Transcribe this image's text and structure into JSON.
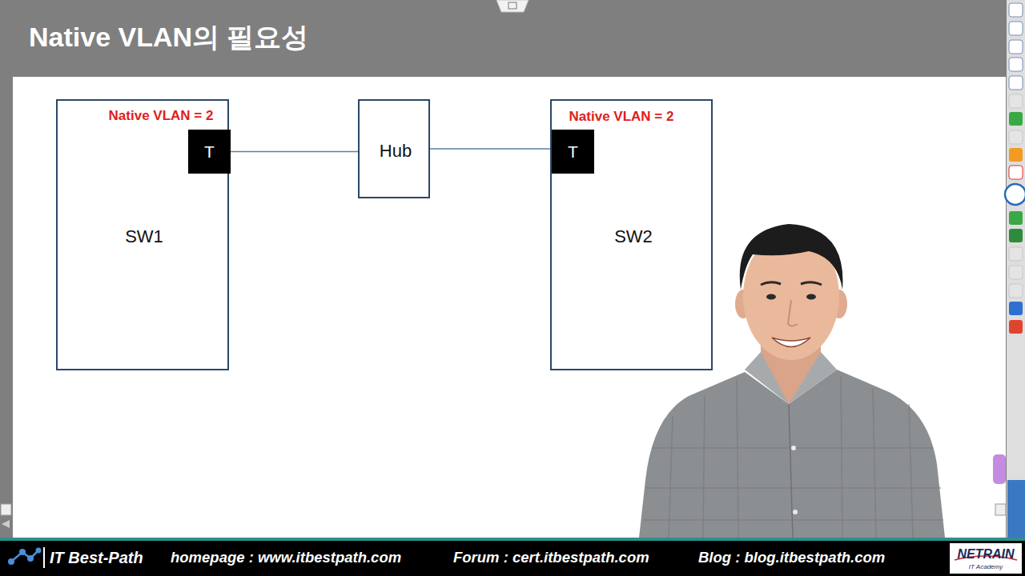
{
  "diagram": {
    "title": "Native VLAN의 필요성",
    "nodes": [
      {
        "text": [
          "Native VLAN = 2",
          "SW1"
        ]
      },
      {
        "text": [
          "T"
        ],
        "in": 0
      },
      {
        "text": [
          "Hub"
        ]
      },
      {
        "text": [
          "Native VLAN = 2",
          "SW2"
        ]
      },
      {
        "text": [
          "T"
        ],
        "in": 3
      }
    ],
    "edges": [
      {
        "from": 1,
        "to": 2,
        "arrow": "none"
      },
      {
        "from": 2,
        "to": 4,
        "arrow": "none"
      }
    ],
    "labels": [
      "IT Best-Path",
      "homepage : www.itbestpath.com",
      "Forum : cert.itbestpath.com",
      "Blog : blog.itbestpath.com",
      "NETRAIN",
      "IT Academy"
    ]
  }
}
